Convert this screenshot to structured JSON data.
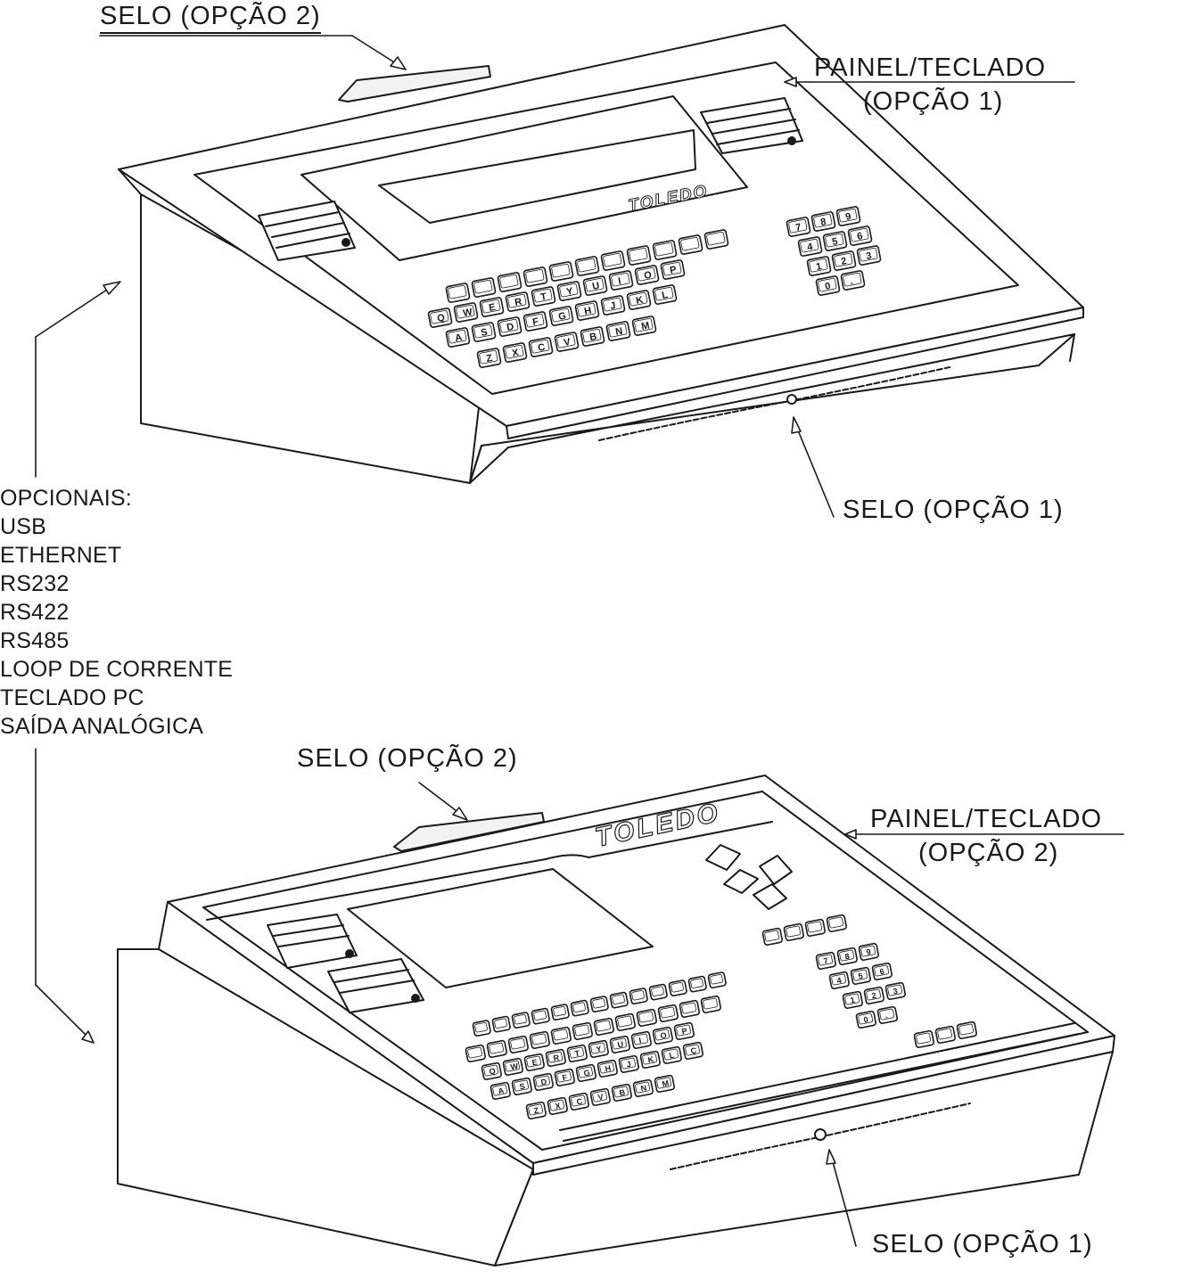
{
  "labels": {
    "top_selo_opcao2": "SELO (OPÇÃO 2)",
    "top_painel_teclado": "PAINEL/TECLADO",
    "top_painel_opcao": "(OPÇÃO 1)",
    "top_selo_opcao1": "SELO (OPÇÃO 1)",
    "bottom_selo_opcao2": "SELO (OPÇÃO 2)",
    "bottom_painel_teclado": "PAINEL/TECLADO",
    "bottom_painel_opcao": "(OPÇÃO 2)",
    "bottom_selo_opcao1": "SELO (OPÇÃO 1)"
  },
  "brand": "TOLEDO",
  "opcionais": {
    "heading": "OPCIONAIS:",
    "items": [
      "USB",
      "ETHERNET",
      "RS232",
      "RS422",
      "RS485",
      "LOOP DE CORRENTE",
      "TECLADO PC",
      "SAÍDA ANALÓGICA"
    ]
  },
  "keys": {
    "top_row1": [
      "Q",
      "W",
      "E",
      "R",
      "T",
      "Y",
      "U",
      "I",
      "O",
      "P"
    ],
    "top_row2": [
      "A",
      "S",
      "D",
      "F",
      "G",
      "H",
      "J",
      "K",
      "L"
    ],
    "top_row3": [
      "Z",
      "X",
      "C",
      "V",
      "B",
      "N",
      "M"
    ],
    "top_numpad": [
      "7",
      "8",
      "9",
      "4",
      "5",
      "6",
      "1",
      "2",
      "3",
      "0",
      "."
    ],
    "bottom_row1": [
      "Q",
      "W",
      "E",
      "R",
      "T",
      "Y",
      "U",
      "I",
      "O",
      "P"
    ],
    "bottom_row2": [
      "A",
      "S",
      "D",
      "F",
      "G",
      "H",
      "J",
      "K",
      "L",
      "Ç"
    ],
    "bottom_row3": [
      "Z",
      "X",
      "C",
      "V",
      "B",
      "N",
      "M"
    ],
    "bottom_numpad": [
      "7",
      "8",
      "9",
      "4",
      "5",
      "6",
      "1",
      "2",
      "3",
      "0",
      "."
    ]
  }
}
